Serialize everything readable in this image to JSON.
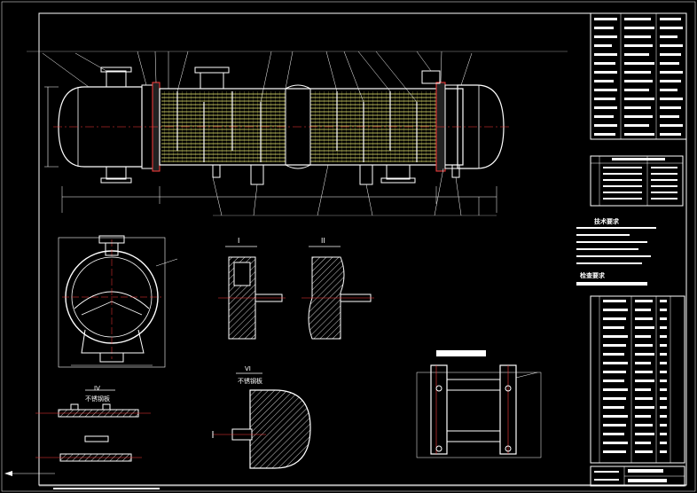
{
  "drawing": {
    "section_marks": {
      "a": "I",
      "b": "II",
      "c": "IV",
      "d": "VI"
    },
    "notes_panel": {
      "technical_requirements_title": "技术要求",
      "inspection_title": "检查要求"
    },
    "view_titles": {
      "support": "不锈钢板",
      "lower_view": "不锈钢板"
    },
    "colors": {
      "background": "#000000",
      "line": "#ffffff",
      "tube": "#ffff80",
      "centerline": "#ff3b3b",
      "dim": "#ffffff"
    }
  }
}
